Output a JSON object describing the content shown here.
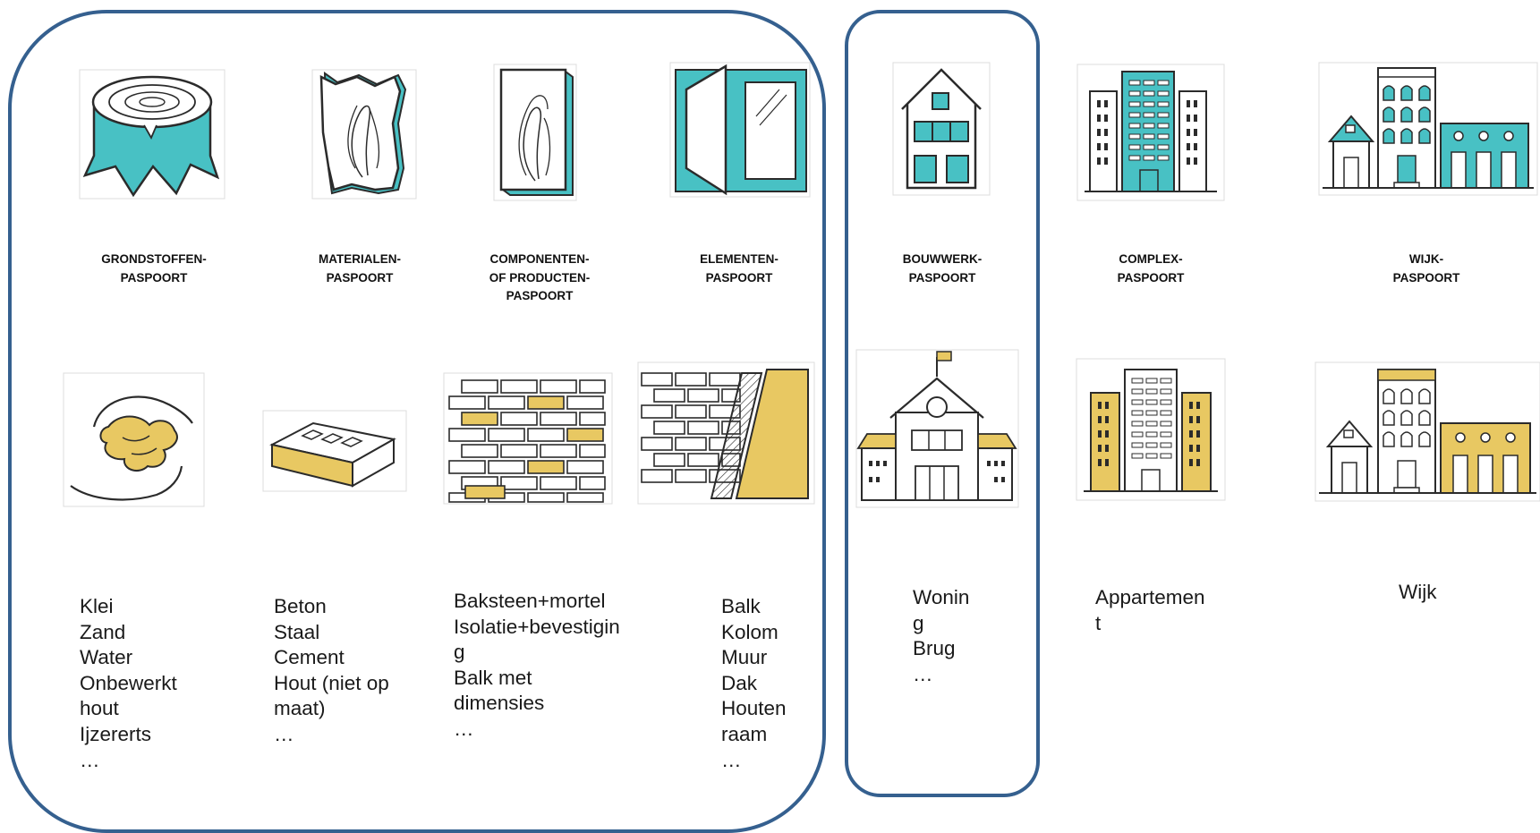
{
  "colors": {
    "border": "#35608f",
    "teal": "#48c1c4",
    "yellow": "#e8c862",
    "ink": "#2b2b2b"
  },
  "passports": [
    {
      "label": "GRONDSTOFFEN-\nPASPOORT",
      "items": [
        "Klei",
        "Zand",
        "Water",
        "Onbewerkt",
        "hout",
        "Ijzererts",
        "…"
      ],
      "icon": "tree-stump-icon",
      "example_icon": "clay-hands-icon"
    },
    {
      "label": "MATERIALEN-\nPASPOORT",
      "items": [
        "Beton",
        "Staal",
        "Cement",
        "Hout (niet op",
        "maat)",
        "…"
      ],
      "icon": "wood-plank-icon",
      "example_icon": "brick-icon"
    },
    {
      "label": "COMPONENTEN-\nOF PRODUCTEN-\nPASPOORT",
      "items": [
        "Baksteen+mortel",
        "Isolatie+bevestigin",
        "g",
        "Balk met",
        "dimensies",
        "…"
      ],
      "icon": "wood-board-icon",
      "example_icon": "brick-wall-icon"
    },
    {
      "label": "ELEMENTEN-\nPASPOORT",
      "items": [
        "Balk",
        "Kolom",
        "Muur",
        "Dak",
        "Houten",
        "raam",
        "…"
      ],
      "icon": "window-icon",
      "example_icon": "wall-section-icon"
    },
    {
      "label": "BOUWWERK-\nPASPOORT",
      "items": [
        "Wonin",
        "g",
        "Brug",
        "…"
      ],
      "icon": "house-icon",
      "example_icon": "school-building-icon"
    },
    {
      "label": "COMPLEX-\nPASPOORT",
      "items": [
        "Appartemen",
        "t"
      ],
      "icon": "apartment-complex-icon",
      "example_icon": "apartment-complex-icon"
    },
    {
      "label": "WIJK-\nPASPOORT",
      "items": [
        "Wijk"
      ],
      "icon": "neighbourhood-icon",
      "example_icon": "neighbourhood-icon"
    }
  ]
}
